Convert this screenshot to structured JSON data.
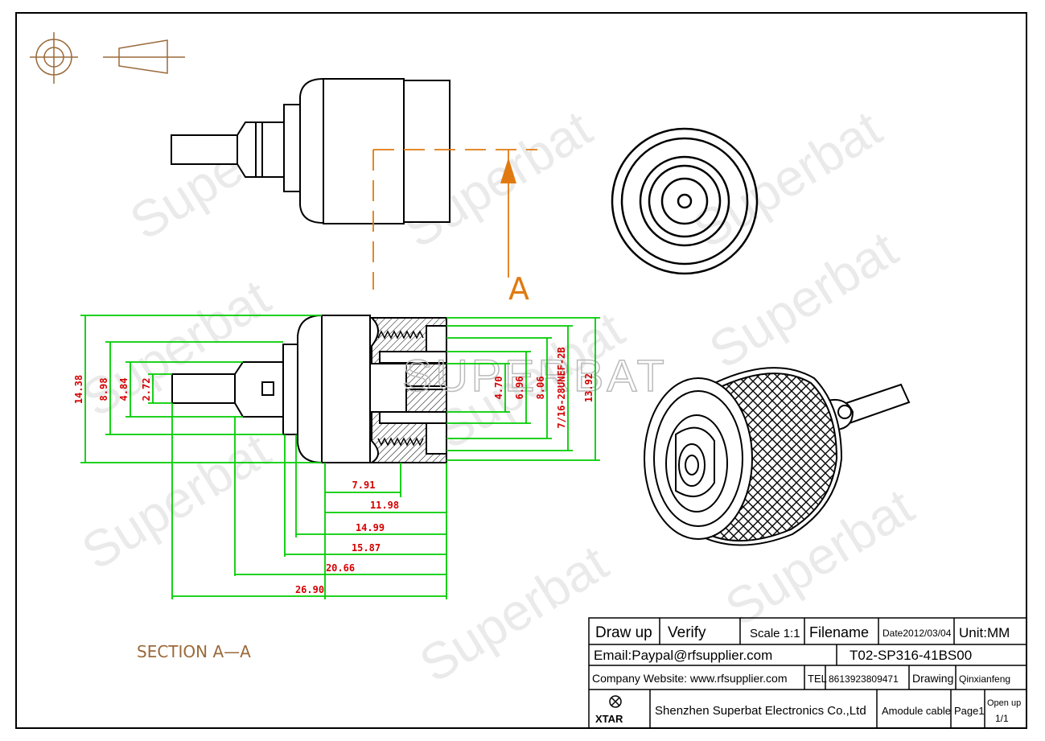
{
  "section_label": "SECTION A—A",
  "section_marker": "A",
  "center_watermark": "SUPERBAT",
  "watermark_text": "Superbat",
  "dimensions": {
    "d1438": "14.38",
    "d898": "8.98",
    "d484": "4.84",
    "d272": "2.72",
    "d470": "4.70",
    "d696": "6.96",
    "d806": "8.06",
    "thread": "7/16-28UNEF-2B",
    "d1392": "13.92",
    "d791": "7.91",
    "d1198": "11.98",
    "d1499": "14.99",
    "d1587": "15.87",
    "d2066": "20.66",
    "d2690": "26.90"
  },
  "title_block": {
    "draw_up": "Draw up",
    "verify": "Verify",
    "scale": "Scale 1:1",
    "filename_label": "Filename",
    "date": "Date2012/03/04",
    "unit": "Unit:MM",
    "email": "Email:Paypal@rfsupplier.com",
    "filename": "T02-SP316-41BS00",
    "website": "Company Website:  www.rfsupplier.com",
    "tel_label": "TEL",
    "tel": "8613923809471",
    "drawing_label": "Drawing",
    "drafter": "Qinxianfeng",
    "logo_text": "XTAR",
    "company": "Shenzhen Superbat Electronics Co.,Ltd",
    "product": "Amodule cable",
    "page": "Page1",
    "open_up": "Open up",
    "open_up_count": "1/1"
  },
  "colors": {
    "outline": "#000000",
    "dimension": "#00cc00",
    "dimension_text": "#d40000",
    "accent": "#e07a10",
    "label": "#9a6a3a"
  }
}
